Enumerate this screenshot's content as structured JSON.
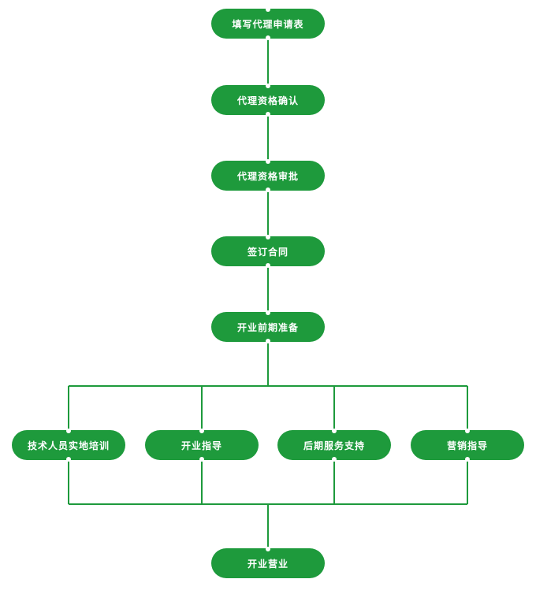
{
  "colors": {
    "node_fill": "#1e9a3c",
    "connector": "#1e9a3c",
    "text": "#ffffff",
    "background": "#ffffff"
  },
  "steps": [
    {
      "id": "fill-application",
      "label": "填写代理申请表"
    },
    {
      "id": "qualification-confirm",
      "label": "代理资格确认"
    },
    {
      "id": "qualification-review",
      "label": "代理资格审批"
    },
    {
      "id": "sign-contract",
      "label": "签订合同"
    },
    {
      "id": "pre-opening-prep",
      "label": "开业前期准备"
    }
  ],
  "branches": [
    {
      "id": "onsite-training",
      "label": "技术人员实地培训"
    },
    {
      "id": "opening-guidance",
      "label": "开业指导"
    },
    {
      "id": "after-sales-support",
      "label": "后期服务支持"
    },
    {
      "id": "marketing-guidance",
      "label": "营销指导"
    }
  ],
  "final_step": {
    "id": "open-business",
    "label": "开业营业"
  }
}
